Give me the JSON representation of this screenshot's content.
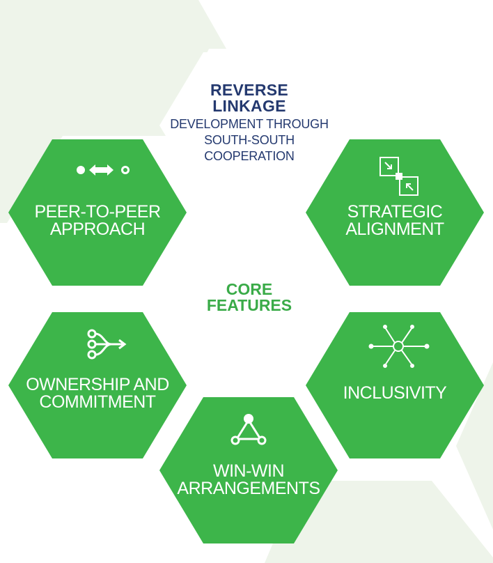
{
  "diagram": {
    "title": "REVERSE\nLINKAGE",
    "subtitle": "DEVELOPMENT THROUGH\nSOUTH-SOUTH\nCOOPERATION",
    "center_label": "CORE\nFEATURES",
    "features": [
      {
        "label": "PEER-TO-PEER\nAPPROACH",
        "icon": "peer-exchange-icon"
      },
      {
        "label": "STRATEGIC\nALIGNMENT",
        "icon": "alignment-squares-icon"
      },
      {
        "label": "OWNERSHIP AND\nCOMMITMENT",
        "icon": "merge-arrow-icon"
      },
      {
        "label": "INCLUSIVITY",
        "icon": "network-hub-icon"
      },
      {
        "label": "WIN-WIN\nARRANGEMENTS",
        "icon": "triangle-nodes-icon"
      }
    ]
  },
  "colors": {
    "hex_green": "#3db54a",
    "title_navy": "#24396f",
    "core_green": "#3aab48",
    "background_tint": "#eef4ea",
    "center_hex": "#ffffff"
  }
}
